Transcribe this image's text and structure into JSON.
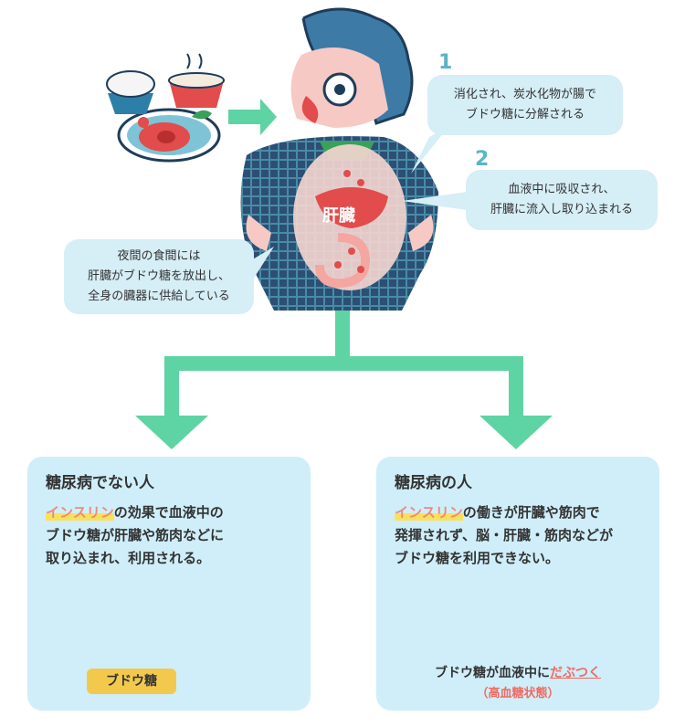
{
  "bubbles": {
    "b1": {
      "number": "1",
      "line1": "消化され、炭水化物が腸で",
      "line2": "ブドウ糖に分解される"
    },
    "b2": {
      "number": "2",
      "line1": "血液中に吸収され、",
      "line2": "肝臓に流入し取り込まれる"
    },
    "night": {
      "line1": "夜間の食間には",
      "line2": "肝臓がブドウ糖を放出し、",
      "line3": "全身の臓器に供給している"
    }
  },
  "organ_label": "肝臓",
  "left_panel": {
    "title": "糖尿病でない人",
    "keyword": "インスリン",
    "line1_rest": "の効果で血液中の",
    "line2": "ブドウ糖が肝臓や筋肉などに",
    "line3": "取り込まれ、利用される。",
    "tag": "ブドウ糖"
  },
  "right_panel": {
    "title": "糖尿病の人",
    "keyword": "インスリン",
    "line1_rest": "の働きが肝臓や筋肉で",
    "line2": "発揮されず、脳・肝臓・筋肉などが",
    "line3": "ブドウ糖を利用できない。",
    "caption_prefix": "ブドウ糖が血液中に",
    "caption_emph": "だぶつく",
    "caption_sub": "（高血糖状態）"
  },
  "colors": {
    "arrow": "#5ed3a4",
    "panel": "#cfeef9",
    "accent": "#ef6b63",
    "tag": "#f2c94c"
  }
}
